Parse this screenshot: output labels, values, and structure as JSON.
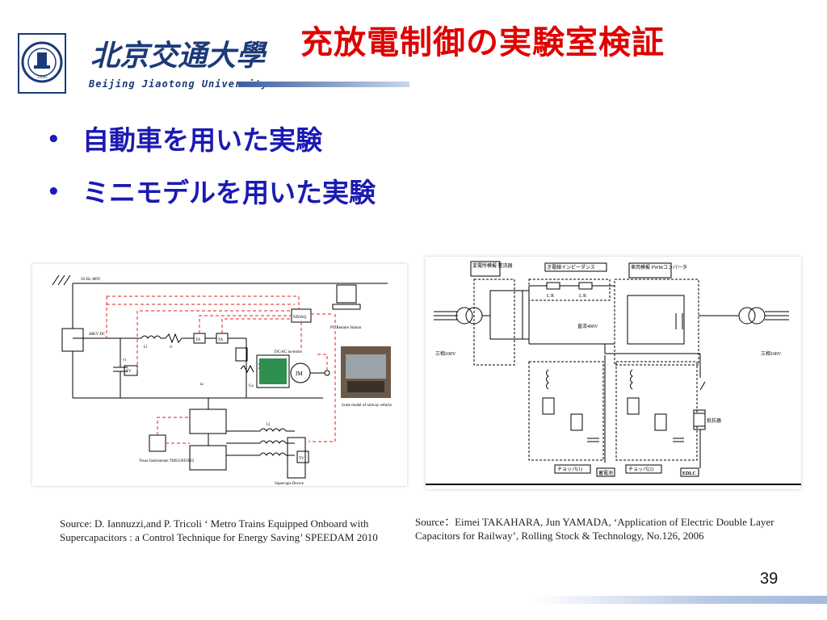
{
  "header": {
    "university_cn": "北京交通大學",
    "university_en": "Beijing Jiaotong University",
    "seal_text": "1896"
  },
  "title": "充放電制御の実験室検証",
  "bullets": [
    {
      "marker": "•",
      "text": "自動車を用いた実験"
    },
    {
      "marker": "•",
      "text": "ミニモデルを用いた実験"
    }
  ],
  "figure_left": {
    "labels": {
      "supply": "50 Hz 380V",
      "dc_bus": "48KV DC",
      "nidaq": "NIDAQ",
      "pc": "PC Remote Station",
      "inverter": "DC/AC inverter",
      "motor": "IM",
      "photo": "Scale model of railway vehicle",
      "dsp": "Texas Instruments TMS320F2833",
      "sc": "Supercaps Device",
      "ta": "TA",
      "tv": "TV",
      "ll": "Ll",
      "rl": "rl",
      "ca": "Ca",
      "ia": "ia",
      "vl": "vl",
      "lsc": "Ll"
    }
  },
  "figure_right": {
    "labels": {
      "substation": "変電所模擬 整流器",
      "impedance": "き電線インピーダンス",
      "vehicle": "車両模擬 PWMコンバータ",
      "dc400": "直流400V",
      "ac_left": "三相100V",
      "ac_right": "三相100V",
      "chopper1": "チョッパ(1)",
      "chopper2": "チョッパ(2)",
      "battery": "蓄電池",
      "edlc": "EDLC",
      "resistor": "抵抗器",
      "lr1": "L R",
      "lr2": "L R"
    }
  },
  "sources": {
    "left": "Source: D. Iannuzzi,and P. Tricoli ‘ Metro Trains Equipped Onboard with Supercapacitors : a Control Technique for Energy Saving’ SPEEDAM 2010",
    "right": "Source：Eimei TAKAHARA, Jun YAMADA, ‘Application of Electric Double Layer Capacitors for Railway’,  Rolling Stock & Technology, No.126, 2006"
  },
  "page_number": "39",
  "colors": {
    "title": "#e00000",
    "bullets": "#1a1ab4",
    "brand": "#1b3a78"
  }
}
